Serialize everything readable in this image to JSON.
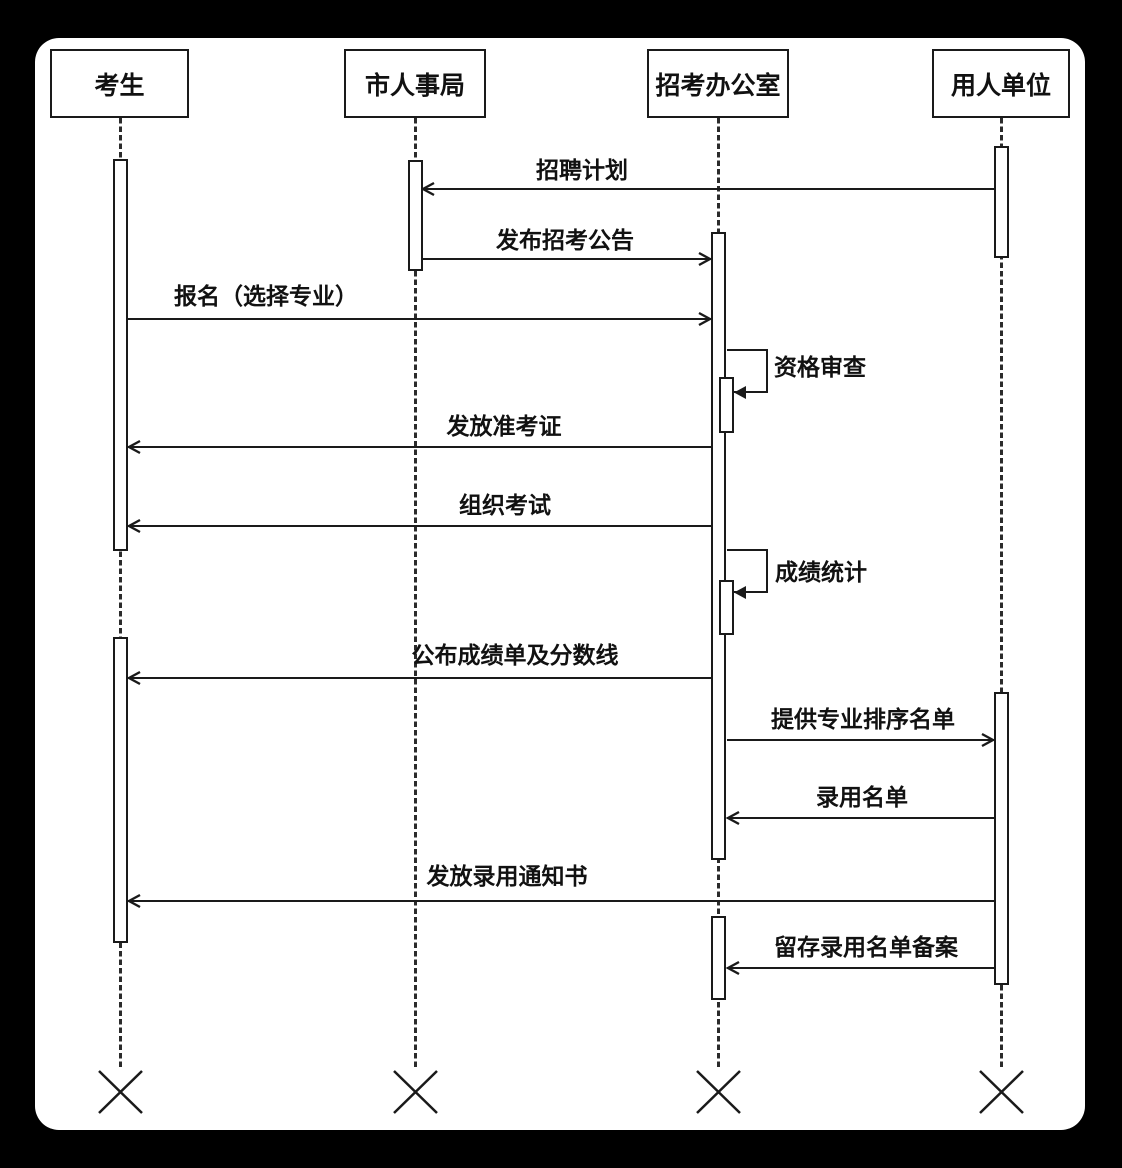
{
  "diagram": {
    "type": "uml-sequence",
    "colors": {
      "stroke": "#1a1a1a",
      "fill": "#ffffff",
      "background": "#000000",
      "canvas": "#ffffff"
    },
    "actors": [
      {
        "id": "candidate",
        "label": "考生"
      },
      {
        "id": "city-personnel-bureau",
        "label": "市人事局"
      },
      {
        "id": "recruitment-office",
        "label": "招考办公室"
      },
      {
        "id": "employer",
        "label": "用人单位"
      }
    ],
    "messages": [
      {
        "from": "用人单位",
        "to": "市人事局",
        "kind": "message",
        "label": "招聘计划"
      },
      {
        "from": "市人事局",
        "to": "招考办公室",
        "kind": "message",
        "label": "发布招考公告"
      },
      {
        "from": "考生",
        "to": "招考办公室",
        "kind": "message",
        "label": "报名（选择专业）"
      },
      {
        "from": "招考办公室",
        "to": "招考办公室",
        "kind": "self-message",
        "label": "资格审查"
      },
      {
        "from": "招考办公室",
        "to": "考生",
        "kind": "message",
        "label": "发放准考证"
      },
      {
        "from": "招考办公室",
        "to": "考生",
        "kind": "message",
        "label": "组织考试"
      },
      {
        "from": "招考办公室",
        "to": "招考办公室",
        "kind": "self-message",
        "label": "成绩统计"
      },
      {
        "from": "招考办公室",
        "to": "考生",
        "kind": "message",
        "label": "公布成绩单及分数线"
      },
      {
        "from": "招考办公室",
        "to": "用人单位",
        "kind": "message",
        "label": "提供专业排序名单"
      },
      {
        "from": "用人单位",
        "to": "招考办公室",
        "kind": "message",
        "label": "录用名单"
      },
      {
        "from": "用人单位",
        "to": "考生",
        "kind": "message",
        "label": "发放录用通知书"
      },
      {
        "from": "用人单位",
        "to": "招考办公室",
        "kind": "message",
        "label": "留存录用名单备案"
      }
    ],
    "lifeline_end_marker": "X"
  }
}
